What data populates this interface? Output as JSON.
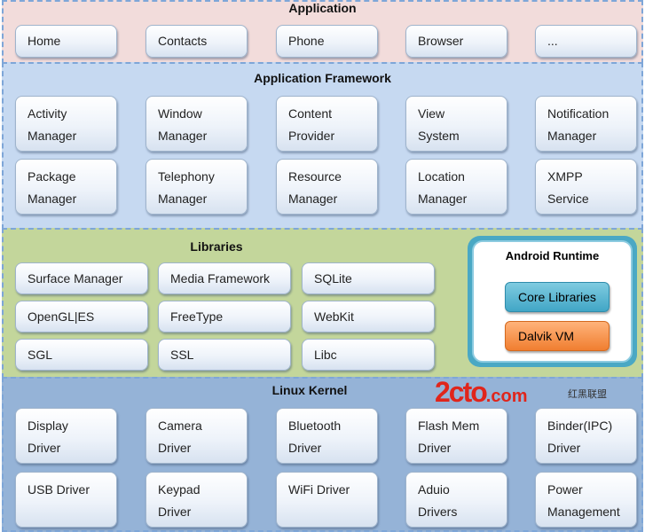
{
  "application": {
    "title": "Application",
    "items": [
      "Home",
      "Contacts",
      "Phone",
      "Browser",
      "..."
    ]
  },
  "framework": {
    "title": "Application Framework",
    "items": [
      [
        "Activity",
        "Manager"
      ],
      [
        "Window",
        "Manager"
      ],
      [
        "Content",
        "Provider"
      ],
      [
        "View",
        "System"
      ],
      [
        "Notification",
        "Manager"
      ],
      [
        "Package",
        "Manager"
      ],
      [
        "Telephony",
        "Manager"
      ],
      [
        "Resource",
        "Manager"
      ],
      [
        "Location",
        "Manager"
      ],
      [
        "XMPP",
        "Service"
      ]
    ]
  },
  "libraries": {
    "title": "Libraries",
    "items": [
      "Surface Manager",
      "Media Framework",
      "SQLite",
      "OpenGL|ES",
      "FreeType",
      "WebKit",
      "SGL",
      "SSL",
      "Libc"
    ]
  },
  "runtime": {
    "title": "Android Runtime",
    "core": "Core Libraries",
    "vm": "Dalvik VM"
  },
  "kernel": {
    "title": "Linux Kernel",
    "items": [
      [
        "Display",
        "Driver"
      ],
      [
        "Camera",
        "Driver"
      ],
      [
        "Bluetooth",
        "Driver"
      ],
      [
        "Flash Mem",
        "Driver"
      ],
      [
        "Binder(IPC)",
        "Driver"
      ],
      [
        "USB Driver",
        ""
      ],
      [
        "Keypad",
        "Driver"
      ],
      [
        "WiFi Driver",
        ""
      ],
      [
        "Aduio",
        "Drivers"
      ],
      [
        "Power",
        "Management"
      ]
    ]
  },
  "watermark": {
    "logo": "2cto.com",
    "cn": "红黑联盟"
  }
}
